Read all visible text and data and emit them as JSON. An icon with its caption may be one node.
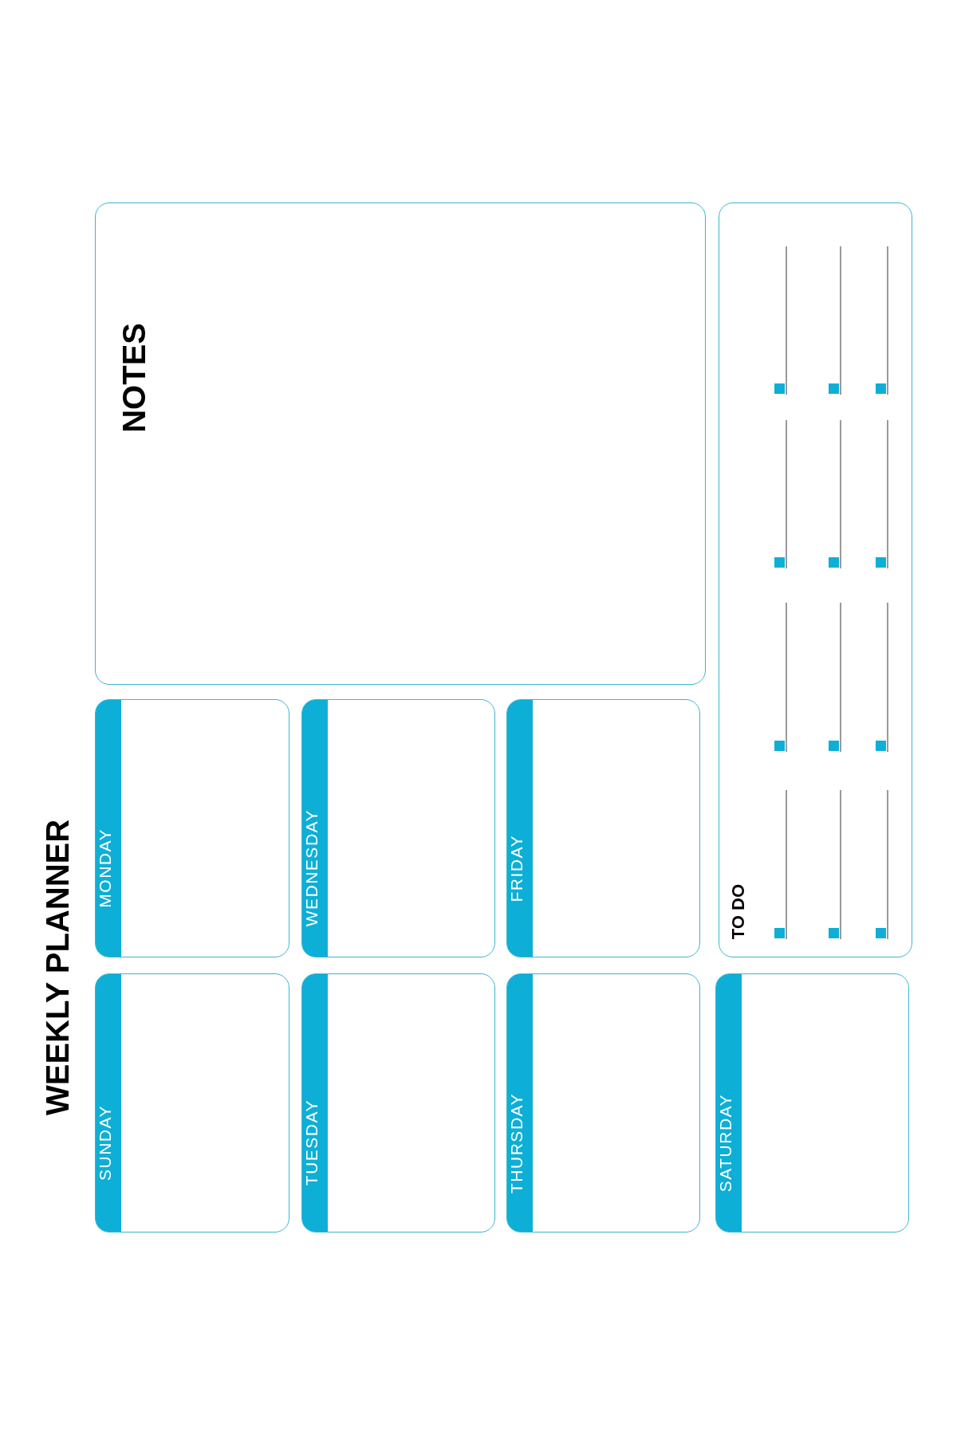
{
  "diagram": {
    "title": "WEEKLY PLANNER",
    "nodes": [
      {
        "text": [
          "SUNDAY"
        ]
      },
      {
        "text": [
          "MONDAY"
        ]
      },
      {
        "text": [
          "TUESDAY"
        ]
      },
      {
        "text": [
          "WEDNESDAY"
        ]
      },
      {
        "text": [
          "THURSDAY"
        ]
      },
      {
        "text": [
          "FRIDAY"
        ]
      },
      {
        "text": [
          "SATURDAY"
        ]
      },
      {
        "text": [
          "NOTES"
        ]
      },
      {
        "text": [
          "TO DO"
        ]
      }
    ],
    "edges": []
  }
}
